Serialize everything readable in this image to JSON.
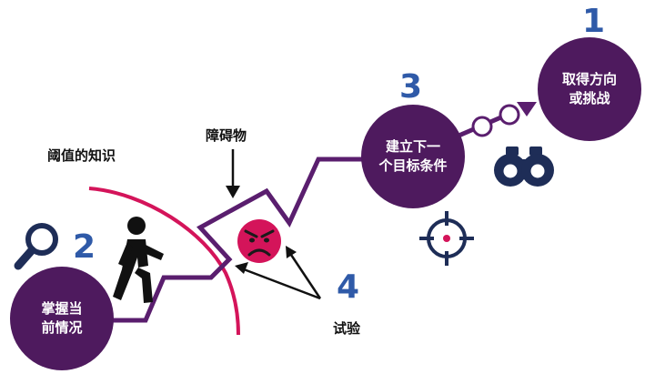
{
  "steps": {
    "s1": {
      "number": "1",
      "label": "取得方向\n或挑战"
    },
    "s2": {
      "number": "2",
      "label": "掌握当\n前情况"
    },
    "s3": {
      "number": "3",
      "label": "建立下一\n个目标条件"
    },
    "s4": {
      "number": "4",
      "label": "试验"
    }
  },
  "annotations": {
    "obstacle": "障碍物",
    "threshold": "阈值的知识"
  },
  "icons": {
    "magnifier": "magnifier-icon",
    "walker": "walking-person-icon",
    "angry": "angry-face-icon",
    "target": "crosshair-target-icon",
    "binoculars": "binoculars-icon",
    "arrow": "arrow-with-rings-icon"
  },
  "colors": {
    "purple": "#4e1a5e",
    "path": "#5a1e6e",
    "magenta": "#d4145a",
    "blue_number": "#2f5aa8",
    "navy_icon": "#1e2d57"
  }
}
